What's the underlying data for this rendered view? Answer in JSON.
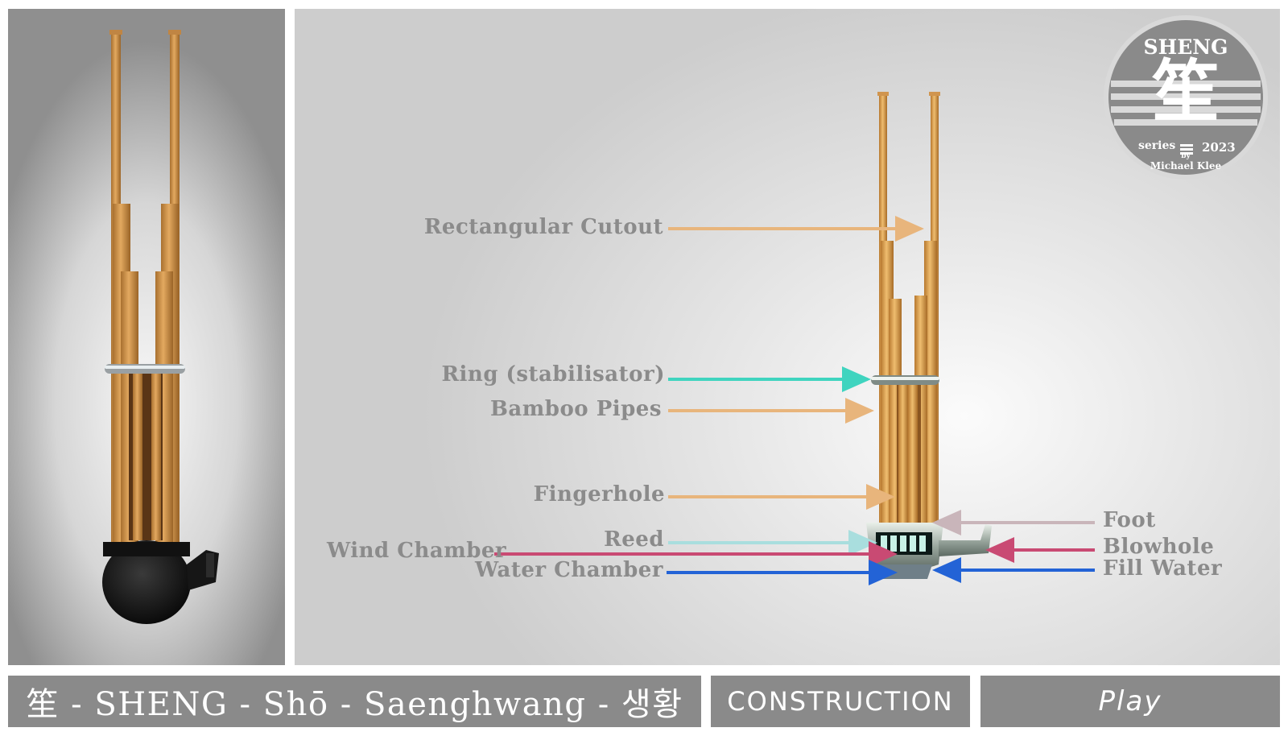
{
  "labels": {
    "rectangular_cutout": "Rectangular Cutout",
    "ring": "Ring (stabilisator)",
    "bamboo_pipes": "Bamboo Pipes",
    "fingerhole": "Fingerhole",
    "reed": "Reed",
    "wind_chamber": "Wind Chamber",
    "water_chamber": "Water Chamber",
    "foot": "Foot",
    "blowhole": "Blowhole",
    "fill_water": "Fill Water"
  },
  "logo": {
    "title": "SHENG",
    "character": "笙",
    "series": "series",
    "year": "2023",
    "by": "by",
    "author": "Michael Klee"
  },
  "footer": {
    "title": "笙 - SHENG - Shō - Saenghwang - 생황",
    "construction": "CONSTRUCTION",
    "play": "Play"
  },
  "colors": {
    "tan_arrow": "#e8b57c",
    "teal_arrow": "#3fd4bf",
    "light_teal_arrow": "#a9dede",
    "pink_arrow": "#c94a73",
    "blue_arrow": "#2363d6",
    "foot_arrow": "#c9b5ba",
    "label_gray": "#8b8b8b",
    "bar_gray": "#8a8a8a"
  }
}
